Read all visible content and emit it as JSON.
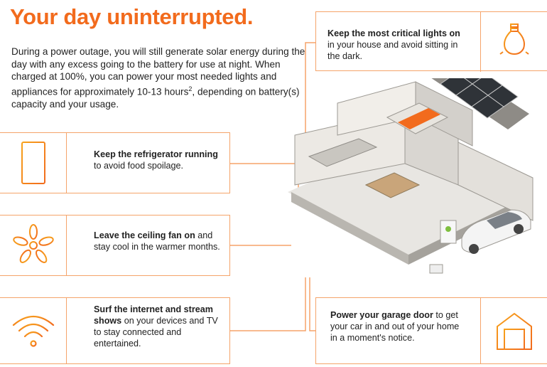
{
  "title": "Your day uninterrupted.",
  "intro": {
    "text": "During a power outage, you will still generate solar energy during the day with any excess going to the battery for use at night. When charged at 100%, you can power your most needed lights and appliances for approximately 10-13 hours",
    "footnote": "2",
    "text_end": ", depending on battery(s) capacity and your usage."
  },
  "cards": {
    "lights": {
      "bold": "Keep the most critical lights on",
      "rest": " in your house and avoid sitting in the dark.",
      "icon": "lightbulb-icon"
    },
    "fridge": {
      "bold": "Keep the refrigerator running",
      "rest": " to avoid food spoilage.",
      "icon": "refrigerator-icon"
    },
    "fan": {
      "bold": "Leave the ceiling fan on",
      "rest": " and stay cool in the warmer months.",
      "icon": "ceiling-fan-icon"
    },
    "internet": {
      "bold": "Surf the internet and stream shows",
      "rest": " on your devices and TV to stay connected and entertained.",
      "icon": "wifi-icon"
    },
    "garage": {
      "bold": "Power your garage door",
      "rest": " to get your car in and out of your home in a moment's notice.",
      "icon": "garage-door-icon"
    }
  },
  "colors": {
    "accent": "#f26b1d",
    "line": "#f5a46a"
  }
}
